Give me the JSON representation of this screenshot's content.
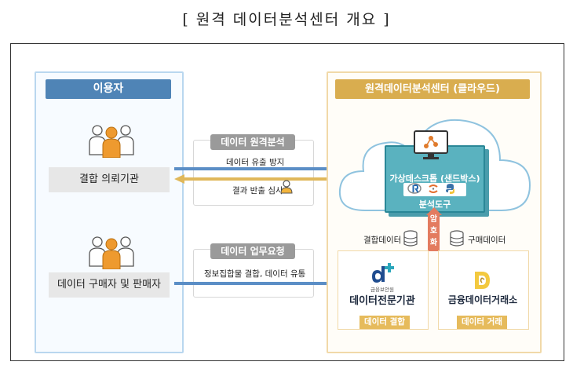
{
  "page_title": "[ 원격 데이터분석센터 개요 ]",
  "left_panel": {
    "header": "이용자",
    "users": [
      {
        "label": "결합 의뢰기관"
      },
      {
        "label": "데이터 구매자 및 판매자"
      }
    ]
  },
  "middle": {
    "remote_analysis": {
      "label": "데이터 원격분석",
      "to_center": "데이터 유출 방지",
      "to_user": "결과 반출 심사"
    },
    "business_request": {
      "label": "데이터 업무요청",
      "text": "정보집합물 결합, 데이터 유통"
    }
  },
  "right_panel": {
    "header": "원격데이터분석센터 (클라우드)",
    "virtual_desktop": "가상데스크톱 (샌드박스)",
    "tool_label": "분석도구",
    "combined_data": "결합데이터",
    "purchased_data": "구매데이터",
    "encrypt_label": "암호화",
    "org1": {
      "name_small": "금융보안원",
      "name": "데이터전문기관",
      "tag": "데이터 결합"
    },
    "org2": {
      "name": "금융데이터거래소",
      "tag": "데이터 거래"
    }
  },
  "colors": {
    "left_accent": "#4f84b6",
    "right_accent": "#d9ad4f",
    "arrow_blue": "#5b8ec6",
    "arrow_gold": "#e0b85a",
    "vm_teal": "#5ab2bf",
    "encrypt_red": "#e37b5f"
  },
  "icons": [
    "people-group-icon",
    "person-check-icon",
    "monitor-icon",
    "database-icon",
    "upload-arrow-icon",
    "r-logo-icon",
    "python-logo-icon",
    "cloud-icon"
  ]
}
